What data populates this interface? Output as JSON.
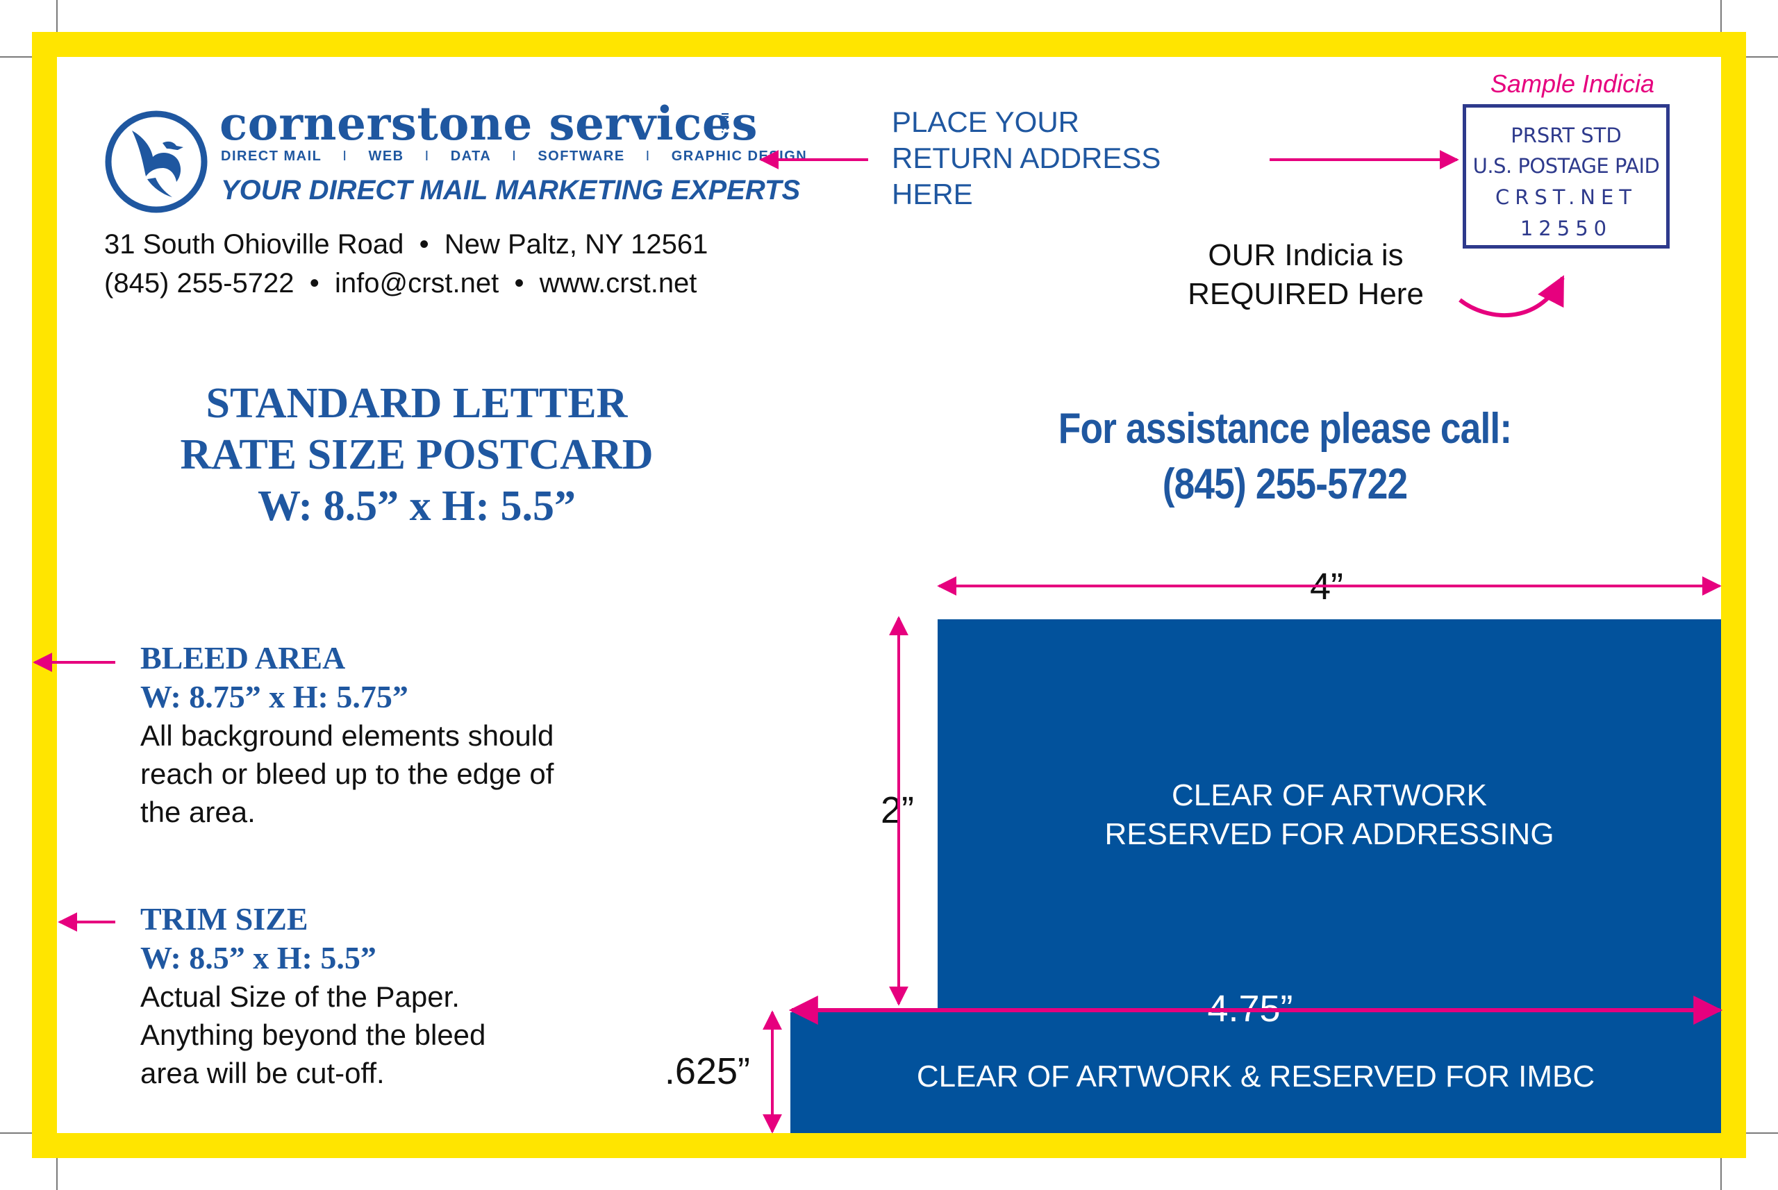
{
  "brand": {
    "name": "cornerstone services",
    "inc": "INC.",
    "services": [
      "DIRECT MAIL",
      "WEB",
      "DATA",
      "SOFTWARE",
      "GRAPHIC DESIGN"
    ],
    "separator": "I",
    "tagline": "YOUR DIRECT MAIL MARKETING EXPERTS",
    "address": "31 South Ohioville Road  •  New Paltz, NY 12561",
    "contact": "(845) 255-5722  •  info@crst.net  •  www.crst.net"
  },
  "return_address": {
    "lines": [
      "PLACE YOUR",
      "RETURN ADDRESS",
      "HERE"
    ]
  },
  "indicia": {
    "sample_label": "Sample Indicia",
    "lines": [
      "PRSRT STD",
      "U.S. POSTAGE PAID",
      "CRST.NET",
      "12550"
    ],
    "note_lines": [
      "OUR Indicia is",
      "REQUIRED Here"
    ]
  },
  "postcard_spec": {
    "lines": [
      "STANDARD LETTER",
      "RATE SIZE POSTCARD",
      "W: 8.5” x H: 5.5”"
    ]
  },
  "assistance": {
    "label": "For assistance please call:",
    "phone": "(845) 255-5722"
  },
  "bleed_area": {
    "title": "BLEED AREA",
    "dims": "W: 8.75” x H: 5.75”",
    "body": [
      "All background elements should",
      "reach or bleed up to the edge of",
      "the area."
    ]
  },
  "trim_size": {
    "title": "TRIM SIZE",
    "dims": "W: 8.5” x H: 5.5”",
    "body": [
      "Actual Size of the Paper.",
      "Anything beyond the bleed",
      "area will be cut-off."
    ]
  },
  "address_zone": {
    "lines": [
      "CLEAR OF ARTWORK",
      "RESERVED FOR ADDRESSING"
    ],
    "width_label": "4”",
    "height_label": "2”"
  },
  "imbc_zone": {
    "text": "CLEAR OF ARTWORK & RESERVED FOR IMBC",
    "width_label": "4.75”",
    "height_label": ".625”"
  },
  "colors": {
    "bleed_yellow": "#FFE500",
    "brand_blue": "#1f57a0",
    "zone_blue": "#02529c",
    "arrow_magenta": "#e6007e",
    "indicia_navy": "#2e3a8c"
  }
}
